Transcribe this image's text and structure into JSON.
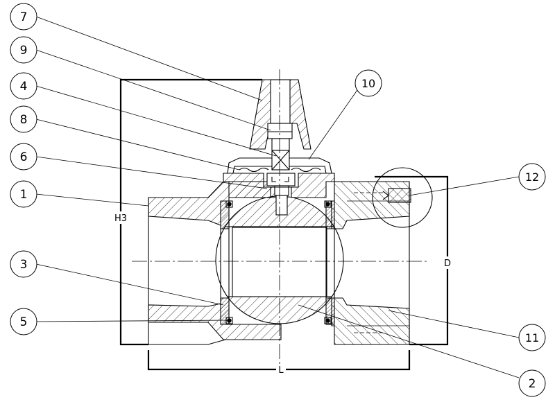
{
  "callouts": [
    {
      "id": "c7",
      "label": "7"
    },
    {
      "id": "c9",
      "label": "9"
    },
    {
      "id": "c4",
      "label": "4"
    },
    {
      "id": "c8",
      "label": "8"
    },
    {
      "id": "c6",
      "label": "6"
    },
    {
      "id": "c1",
      "label": "1"
    },
    {
      "id": "c3",
      "label": "3"
    },
    {
      "id": "c5",
      "label": "5"
    },
    {
      "id": "c10",
      "label": "10"
    },
    {
      "id": "c12",
      "label": "12"
    },
    {
      "id": "c11",
      "label": "11"
    },
    {
      "id": "c2",
      "label": "2"
    }
  ],
  "dimensions": {
    "height_label": "H3",
    "length_label": "L",
    "diameter_label": "D"
  }
}
